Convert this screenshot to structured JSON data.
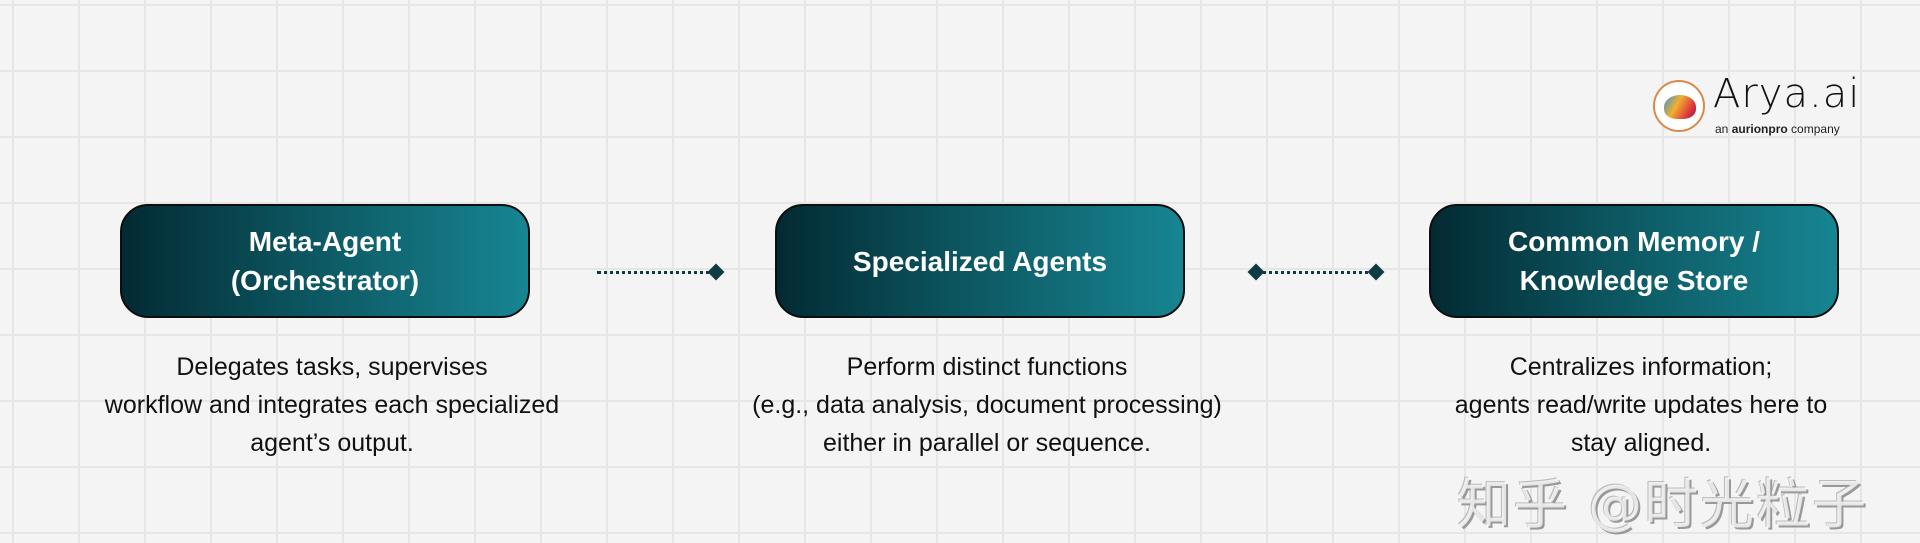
{
  "logo": {
    "name": "Arya.ai",
    "tagline_prefix": "an",
    "tagline_brand": "aurionpro",
    "tagline_suffix": "company"
  },
  "nodes": [
    {
      "title_line1": "Meta-Agent",
      "title_line2": "(Orchestrator)",
      "desc": [
        "Delegates tasks, supervises",
        "workflow and integrates each specialized",
        "agent’s output."
      ]
    },
    {
      "title_line1": "Specialized Agents",
      "title_line2": "",
      "desc": [
        "Perform distinct functions",
        "(e.g., data analysis, document processing)",
        "either in parallel or sequence."
      ]
    },
    {
      "title_line1": "Common Memory /",
      "title_line2": "Knowledge Store",
      "desc": [
        "Centralizes information;",
        "agents read/write updates here to",
        "stay aligned."
      ]
    }
  ],
  "colors": {
    "box_start": "#032a33",
    "box_end": "#178592",
    "connector": "#0e3a42"
  },
  "watermark": "知乎 @时光粒子"
}
